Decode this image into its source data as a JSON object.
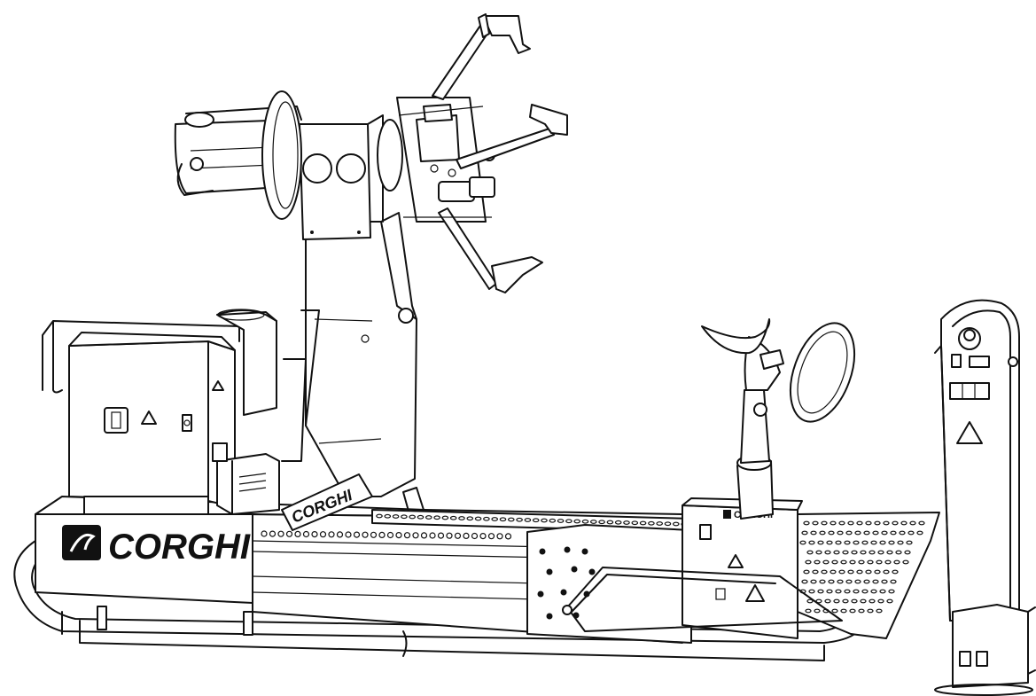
{
  "image": {
    "brand": {
      "main_logo": "CORGHI",
      "column_logo": "CORGHI",
      "carriage_logo": "CORGHI"
    },
    "icons": [
      "main-switch-icon",
      "warning-triangle-icon",
      "crush-hazard-icon",
      "control-lever-icon"
    ],
    "colors": {
      "line": "#111111",
      "background": "#ffffff"
    }
  }
}
